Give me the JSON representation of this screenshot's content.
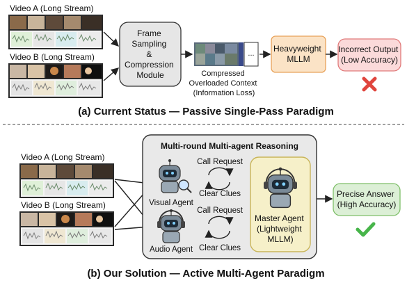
{
  "top": {
    "video_a_label": "Video A (Long Stream)",
    "video_b_label": "Video B (Long Stream)",
    "module_lines": [
      "Frame",
      "Sampling",
      "&",
      "Compression",
      "Module"
    ],
    "context_lines": [
      "Compressed",
      "Overloaded Context",
      "(Information Loss)"
    ],
    "ellipsis": "...",
    "heavy_lines": [
      "Heavyweight",
      "MLLM"
    ],
    "incorrect_lines": [
      "Incorrect Output",
      "(Low Accuracy)"
    ],
    "caption": "(a) Current Status — Passive Single-Pass Paradigm"
  },
  "bottom": {
    "panel_title": "Multi-round Multi-agent Reasoning",
    "video_a_label": "Video A (Long Stream)",
    "video_b_label": "Video B (Long Stream)",
    "call_request_1": "Call Request",
    "clear_clues_1": "Clear Clues",
    "call_request_2": "Call Request",
    "clear_clues_2": "Clear Clues",
    "visual_agent": "Visual Agent",
    "audio_agent": "Audio Agent",
    "master_lines": [
      "Master Agent",
      "(Lightweight",
      "MLLM)"
    ],
    "precise_lines": [
      "Precise Answer",
      "(High Accuracy)"
    ],
    "caption": "(b) Our Solution — Active Multi-Agent Paradigm"
  },
  "colors": {
    "module_fill": "#e6e6e6",
    "heavy_fill": "#fbe3c6",
    "heavy_stroke": "#e8a25a",
    "incorrect_fill": "#fbdada",
    "incorrect_stroke": "#e07a7a",
    "panel_fill": "#e9e9e9",
    "master_fill": "#f6f0c9",
    "master_stroke": "#c9b55a",
    "precise_fill": "#dcefd6",
    "precise_stroke": "#7fbf6a",
    "cross": "#e0453d",
    "check": "#47b54a"
  }
}
